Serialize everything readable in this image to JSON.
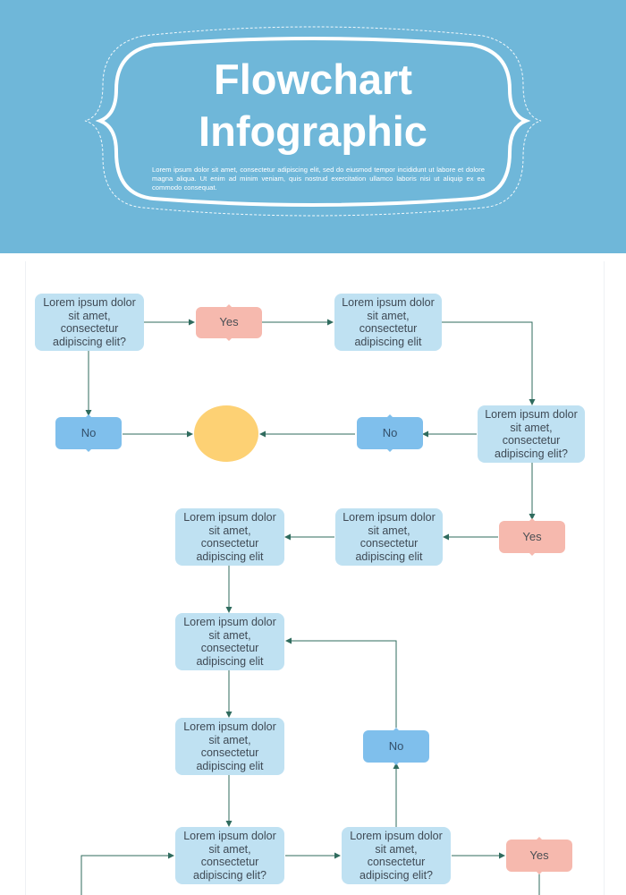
{
  "header": {
    "title_line1": "Flowchart",
    "title_line2": "Infographic",
    "subtitle": "Lorem ipsum dolor sit amet, consectetur adipiscing elit, sed do eiusmod tempor incididunt ut labore et dolore magna aliqua. Ut enim ad minim veniam, quis nostrud exercitation ullamco laboris nisi ut aliquip ex ea commodo consequat."
  },
  "colors": {
    "header_bg": "#6fb7d9",
    "process": "#bfe1f2",
    "yes": "#f6b9ae",
    "no": "#7fbfec",
    "terminal": "#fdd174",
    "connector": "#2f6b5e"
  },
  "flowchart": {
    "nodes": {
      "q1": "Lorem ipsum dolor sit amet, consectetur adipiscing elit?",
      "yes1": "Yes",
      "p1": "Lorem ipsum dolor sit amet, consectetur adipiscing elit",
      "no1": "No",
      "no2": "No",
      "q2": "Lorem ipsum dolor sit amet, consectetur adipiscing elit?",
      "yes2": "Yes",
      "p2": "Lorem ipsum dolor sit amet, consectetur adipiscing elit",
      "p3": "Lorem ipsum dolor sit amet, consectetur adipiscing elit",
      "p4": "Lorem ipsum dolor sit amet, consectetur adipiscing elit",
      "p5": "Lorem ipsum dolor sit amet, consectetur adipiscing elit",
      "no3": "No",
      "q3": "Lorem ipsum dolor sit amet, consectetur adipiscing elit?",
      "q4": "Lorem ipsum dolor sit amet, consectetur adipiscing elit?",
      "yes3": "Yes"
    }
  }
}
